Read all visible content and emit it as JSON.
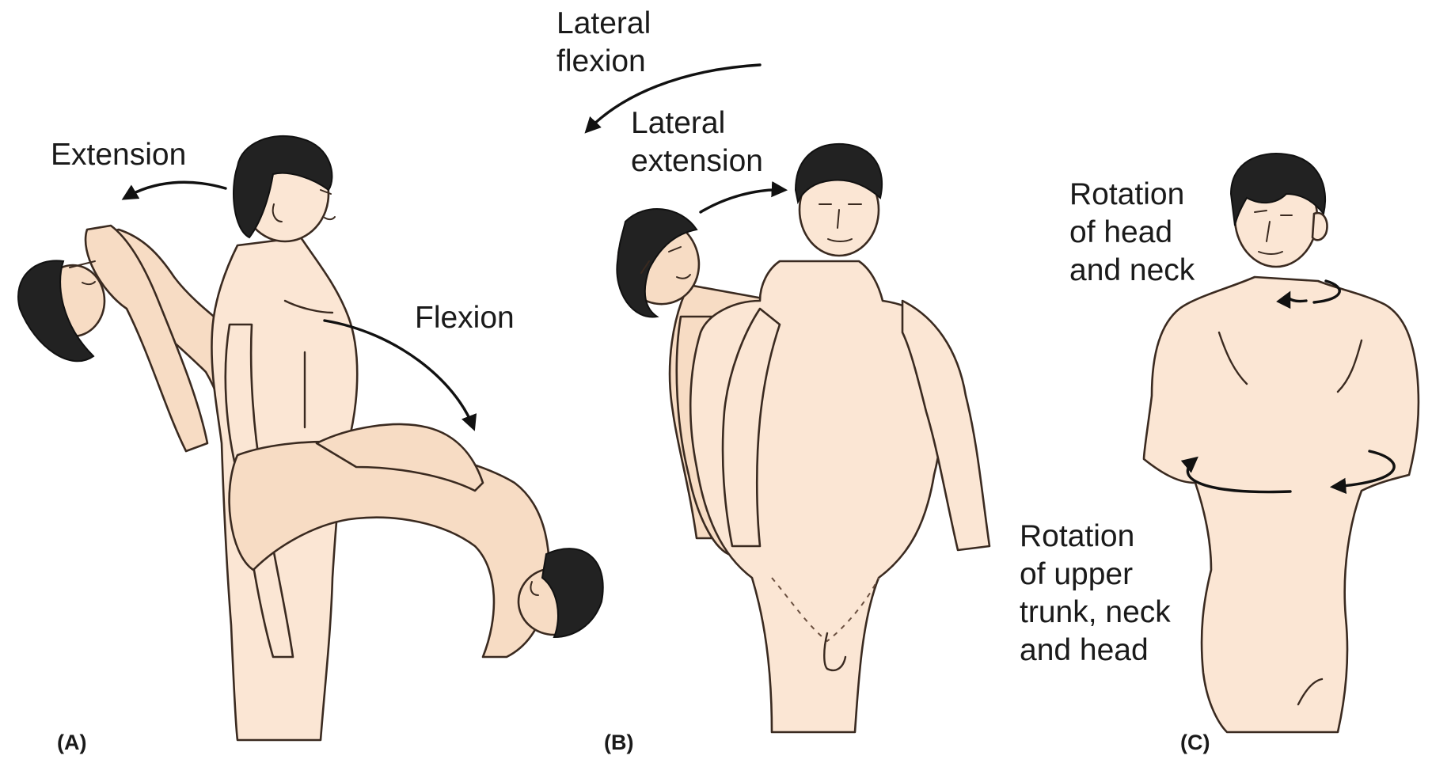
{
  "panels": {
    "a": {
      "tag": "(A)",
      "labels": {
        "extension": "Extension",
        "flexion": "Flexion"
      }
    },
    "b": {
      "tag": "(B)",
      "labels": {
        "lateral_flexion": [
          "Lateral",
          "flexion"
        ],
        "lateral_extension": [
          "Lateral",
          "extension"
        ]
      }
    },
    "c": {
      "tag": "(C)",
      "labels": {
        "rotation_head_neck": [
          "Rotation",
          "of head",
          "and neck"
        ],
        "rotation_trunk": [
          "Rotation",
          "of upper",
          "trunk, neck",
          "and head"
        ]
      }
    }
  },
  "colors": {
    "skin": "#f7dcc4",
    "hair": "#222222",
    "ink": "#111111"
  }
}
